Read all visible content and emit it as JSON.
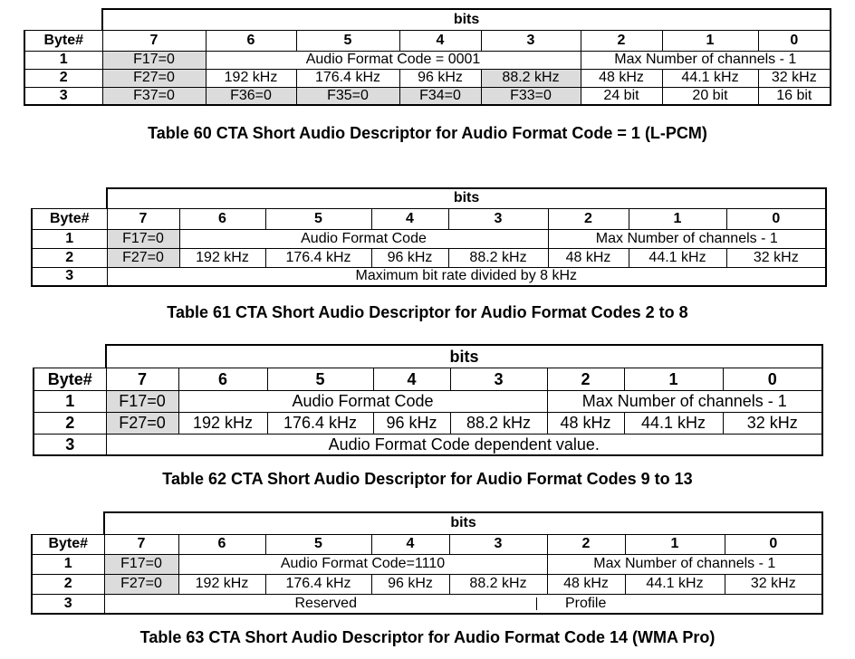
{
  "tables": [
    {
      "caption": "Table 60 CTA Short Audio Descriptor for Audio Format Code = 1 (L-PCM)",
      "bits_label": "bits",
      "byte_label": "Byte#",
      "bit_headers": [
        "7",
        "6",
        "5",
        "4",
        "3",
        "2",
        "1",
        "0"
      ],
      "rows": [
        {
          "byte": "1",
          "f17": "F17=0",
          "format": "Audio Format Code = 0001",
          "channels": "Max Number of channels - 1"
        },
        {
          "byte": "2",
          "cells": [
            "F27=0",
            "192 kHz",
            "176.4 kHz",
            "96 kHz",
            "88.2 kHz",
            "48 kHz",
            "44.1 kHz",
            "32 kHz"
          ]
        },
        {
          "byte": "3",
          "cells": [
            "F37=0",
            "F36=0",
            "F35=0",
            "F34=0",
            "F33=0",
            "24 bit",
            "20 bit",
            "16 bit"
          ]
        }
      ]
    },
    {
      "caption": "Table 61 CTA Short Audio Descriptor for Audio Format Codes 2 to 8",
      "bits_label": "bits",
      "byte_label": "Byte#",
      "bit_headers": [
        "7",
        "6",
        "5",
        "4",
        "3",
        "2",
        "1",
        "0"
      ],
      "rows": [
        {
          "byte": "1",
          "f17": "F17=0",
          "format": "Audio Format Code",
          "channels": "Max Number of channels - 1"
        },
        {
          "byte": "2",
          "cells": [
            "F27=0",
            "192 kHz",
            "176.4 kHz",
            "96 kHz",
            "88.2 kHz",
            "48 kHz",
            "44.1 kHz",
            "32 kHz"
          ]
        },
        {
          "byte": "3",
          "value": "Maximum bit rate divided by 8 kHz"
        }
      ]
    },
    {
      "caption": "Table 62 CTA Short Audio Descriptor for Audio Format Codes 9 to 13",
      "bits_label": "bits",
      "byte_label": "Byte#",
      "bit_headers": [
        "7",
        "6",
        "5",
        "4",
        "3",
        "2",
        "1",
        "0"
      ],
      "rows": [
        {
          "byte": "1",
          "f17": "F17=0",
          "format": "Audio Format Code",
          "channels": "Max Number of channels - 1"
        },
        {
          "byte": "2",
          "cells": [
            "F27=0",
            "192 kHz",
            "176.4 kHz",
            "96 kHz",
            "88.2 kHz",
            "48 kHz",
            "44.1 kHz",
            "32 kHz"
          ]
        },
        {
          "byte": "3",
          "value": "Audio Format Code dependent value."
        }
      ]
    },
    {
      "caption": "Table 63 CTA Short Audio Descriptor for Audio Format Code 14 (WMA Pro)",
      "bits_label": "bits",
      "byte_label": "Byte#",
      "bit_headers": [
        "7",
        "6",
        "5",
        "4",
        "3",
        "2",
        "1",
        "0"
      ],
      "rows": [
        {
          "byte": "1",
          "f17": "F17=0",
          "format": "Audio Format Code=1110",
          "channels": "Max Number of channels - 1"
        },
        {
          "byte": "2",
          "cells": [
            "F27=0",
            "192 kHz",
            "176.4 kHz",
            "96 kHz",
            "88.2 kHz",
            "48 kHz",
            "44.1 kHz",
            "32 kHz"
          ]
        },
        {
          "byte": "3",
          "reserved": "Reserved",
          "profile": "Profile"
        }
      ]
    }
  ]
}
